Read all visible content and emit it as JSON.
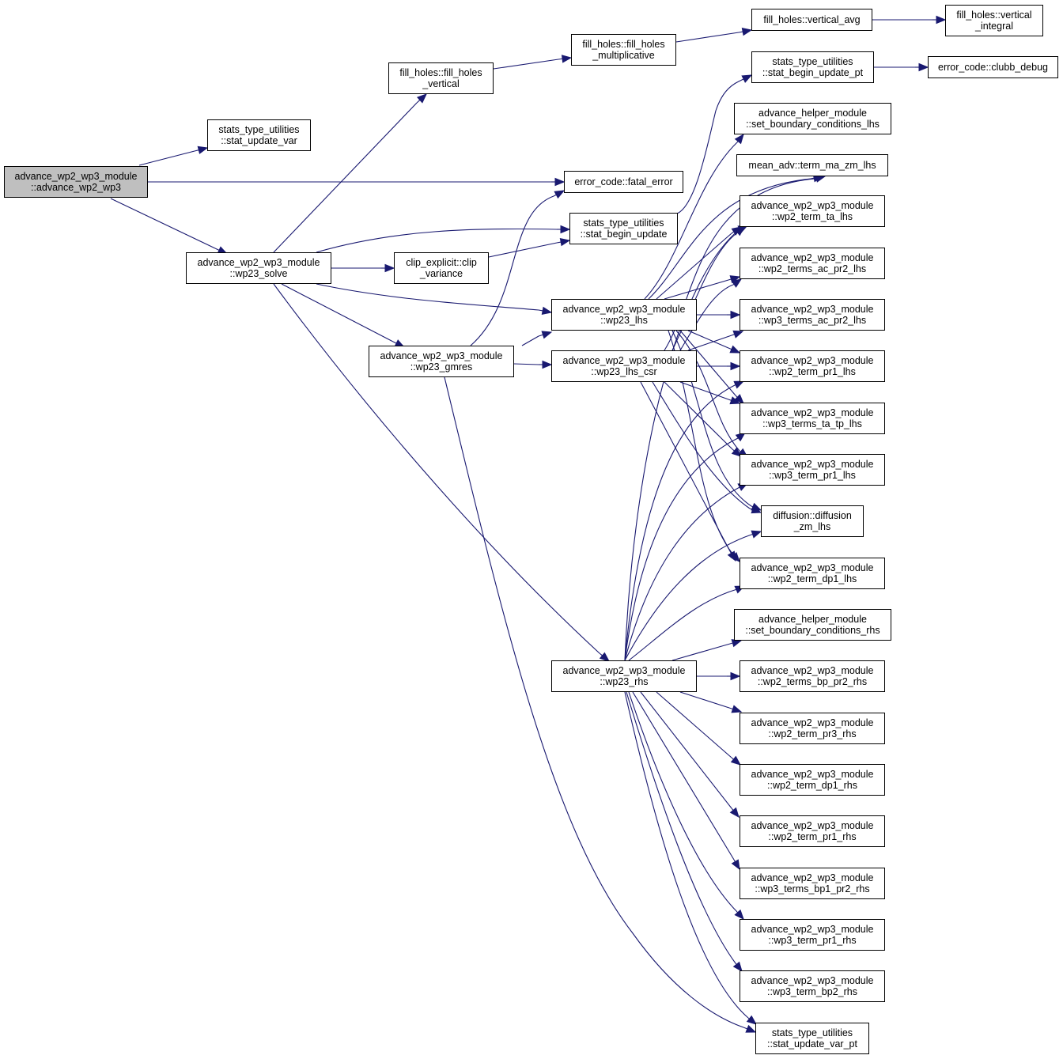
{
  "graph": {
    "edge_color": "#191970",
    "node_border_color": "#000000",
    "root_fill": "#bfbfbf",
    "nodes": {
      "root": "advance_wp2_wp3_module\n::advance_wp2_wp3",
      "stat_update_var": "stats_type_utilities\n::stat_update_var",
      "fill_holes_vertical": "fill_holes::fill_holes\n_vertical",
      "fill_holes_multiplicative": "fill_holes::fill_holes\n_multiplicative",
      "vertical_avg": "fill_holes::vertical_avg",
      "vertical_integral": "fill_holes::vertical\n_integral",
      "stat_begin_update_pt": "stats_type_utilities\n::stat_begin_update_pt",
      "clubb_debug": "error_code::clubb_debug",
      "set_bc_lhs": "advance_helper_module\n::set_boundary_conditions_lhs",
      "fatal_error": "error_code::fatal_error",
      "term_ma_zm_lhs": "mean_adv::term_ma_zm_lhs",
      "stat_begin_update": "stats_type_utilities\n::stat_begin_update",
      "wp2_term_ta_lhs": "advance_wp2_wp3_module\n::wp2_term_ta_lhs",
      "wp23_solve": "advance_wp2_wp3_module\n::wp23_solve",
      "clip_variance": "clip_explicit::clip\n_variance",
      "wp2_terms_ac_pr2_lhs": "advance_wp2_wp3_module\n::wp2_terms_ac_pr2_lhs",
      "wp23_lhs": "advance_wp2_wp3_module\n::wp23_lhs",
      "wp3_terms_ac_pr2_lhs": "advance_wp2_wp3_module\n::wp3_terms_ac_pr2_lhs",
      "wp23_gmres": "advance_wp2_wp3_module\n::wp23_gmres",
      "wp23_lhs_csr": "advance_wp2_wp3_module\n::wp23_lhs_csr",
      "wp2_term_pr1_lhs": "advance_wp2_wp3_module\n::wp2_term_pr1_lhs",
      "wp3_terms_ta_tp_lhs": "advance_wp2_wp3_module\n::wp3_terms_ta_tp_lhs",
      "wp3_term_pr1_lhs": "advance_wp2_wp3_module\n::wp3_term_pr1_lhs",
      "diffusion_zm_lhs": "diffusion::diffusion\n_zm_lhs",
      "wp2_term_dp1_lhs": "advance_wp2_wp3_module\n::wp2_term_dp1_lhs",
      "set_bc_rhs": "advance_helper_module\n::set_boundary_conditions_rhs",
      "wp23_rhs": "advance_wp2_wp3_module\n::wp23_rhs",
      "wp2_terms_bp_pr2_rhs": "advance_wp2_wp3_module\n::wp2_terms_bp_pr2_rhs",
      "wp2_term_pr3_rhs": "advance_wp2_wp3_module\n::wp2_term_pr3_rhs",
      "wp2_term_dp1_rhs": "advance_wp2_wp3_module\n::wp2_term_dp1_rhs",
      "wp2_term_pr1_rhs": "advance_wp2_wp3_module\n::wp2_term_pr1_rhs",
      "wp3_terms_bp1_pr2_rhs": "advance_wp2_wp3_module\n::wp3_terms_bp1_pr2_rhs",
      "wp3_term_pr1_rhs": "advance_wp2_wp3_module\n::wp3_term_pr1_rhs",
      "wp3_term_bp2_rhs": "advance_wp2_wp3_module\n::wp3_term_bp2_rhs",
      "stat_update_var_pt": "stats_type_utilities\n::stat_update_var_pt"
    }
  }
}
